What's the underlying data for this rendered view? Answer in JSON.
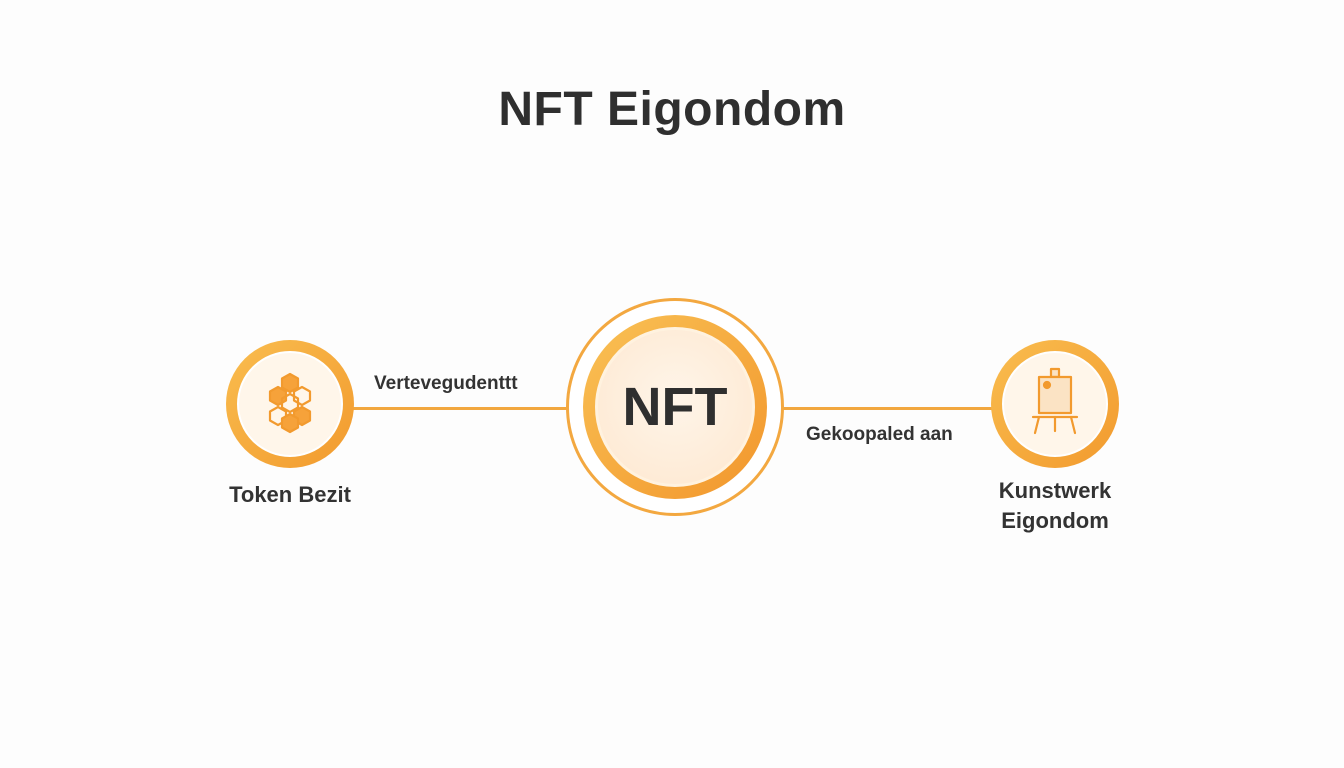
{
  "title": "NFT Eigondom",
  "center_node": {
    "label": "NFT"
  },
  "left_node": {
    "label": "Token Bezit",
    "icon": "hexagon-cluster-icon"
  },
  "right_node": {
    "label_line1": "Kunstwerk",
    "label_line2": "Eigondom",
    "icon": "easel-canvas-icon"
  },
  "edges": {
    "left": "Vertevegudenttt",
    "right": "Gekoopaled aan"
  },
  "colors": {
    "accent": "#f29a2e",
    "accent_light": "#f9bd4f",
    "text": "#2f2f2f"
  }
}
